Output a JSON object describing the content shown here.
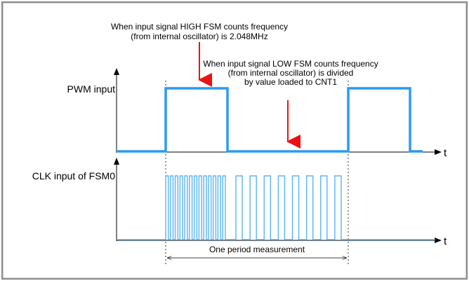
{
  "annotations": {
    "high_line1": "When input signal HIGH FSM counts frequency",
    "high_line2": "(from internal oscillator) is 2.048MHz",
    "low_line1": "When input signal LOW FSM counts frequency",
    "low_line2": "(from internal oscillator) is divided",
    "low_line3": "by value loaded to CNT1"
  },
  "signals": {
    "pwm_label": "PWM input",
    "clk_label": "CLK input of FSM0",
    "time_axis_label": "t",
    "fast_pulse_count": 13,
    "slow_pulse_count": 8
  },
  "measurement": {
    "label": "One period measurement"
  },
  "colors": {
    "signal": "#2b9af3",
    "clk": "#5ab4f5",
    "arrow": "#ee1111",
    "axis": "#000000"
  }
}
